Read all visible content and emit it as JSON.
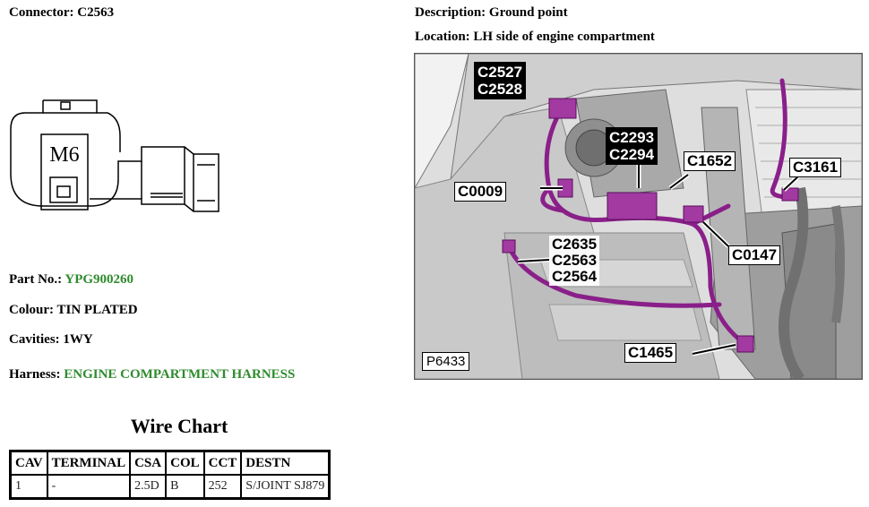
{
  "connector": {
    "label": "Connector:",
    "value": "C2563"
  },
  "description": {
    "label": "Description:",
    "value": "Ground point"
  },
  "location": {
    "label": "Location:",
    "value": "LH side of engine compartment"
  },
  "diagram": {
    "m6_text": "M6"
  },
  "part_no": {
    "label": "Part No.:",
    "value": "YPG900260"
  },
  "colour": {
    "label": "Colour:",
    "value": "TIN PLATED"
  },
  "cavities": {
    "label": "Cavities:",
    "value": "1WY"
  },
  "harness": {
    "label": "Harness:",
    "value": "ENGINE COMPARTMENT HARNESS"
  },
  "wire_chart": {
    "title": "Wire Chart",
    "headers": [
      "CAV",
      "TERMINAL",
      "CSA",
      "COL",
      "CCT",
      "DESTN"
    ],
    "rows": [
      [
        "1",
        "-",
        "2.5D",
        "B",
        "252",
        "S/JOINT SJ879"
      ]
    ]
  },
  "photo": {
    "reference": "P6433",
    "callouts": {
      "c2527": "C2527",
      "c2528": "C2528",
      "c2293": "C2293",
      "c2294": "C2294",
      "c1652": "C1652",
      "c3161": "C3161",
      "c0009": "C0009",
      "c2635": "C2635",
      "c2563": "C2563",
      "c2564": "C2564",
      "c0147": "C0147",
      "c1465": "C1465"
    }
  },
  "colors": {
    "harness_purple": "#8a1f8a",
    "value_green": "#2e8b2e"
  }
}
